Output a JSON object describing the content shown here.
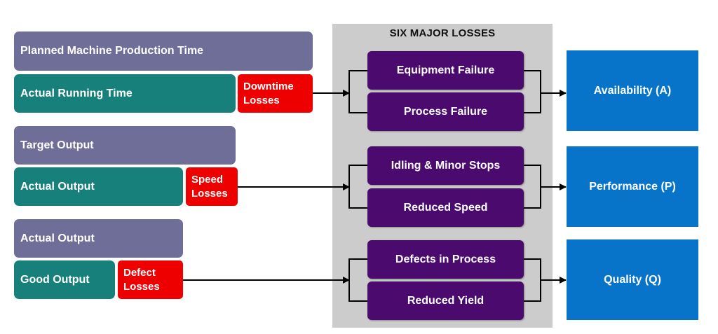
{
  "panel": {
    "title": "SIX MAJOR LOSSES"
  },
  "time_groups": [
    {
      "planned": "Planned Machine Production Time",
      "actual": "Actual Running Time",
      "loss_line1": "Downtime",
      "loss_line2": "Losses"
    },
    {
      "planned": "Target Output",
      "actual": "Actual Output",
      "loss_line1": "Speed",
      "loss_line2": "Losses"
    },
    {
      "planned": "Actual Output",
      "actual": "Good Output",
      "loss_line1": "Defect",
      "loss_line2": "Losses"
    }
  ],
  "six_losses": [
    "Equipment Failure",
    "Process Failure",
    "Idling & Minor Stops",
    "Reduced Speed",
    "Defects in Process",
    "Reduced Yield"
  ],
  "metrics": [
    "Availability (A)",
    "Performance (P)",
    "Quality (Q)"
  ],
  "colors": {
    "planned": "#6e6e98",
    "actual": "#17807b",
    "loss": "#ee0000",
    "major_loss": "#4a0a6e",
    "metric": "#0874c9",
    "panel": "#cccccc"
  }
}
